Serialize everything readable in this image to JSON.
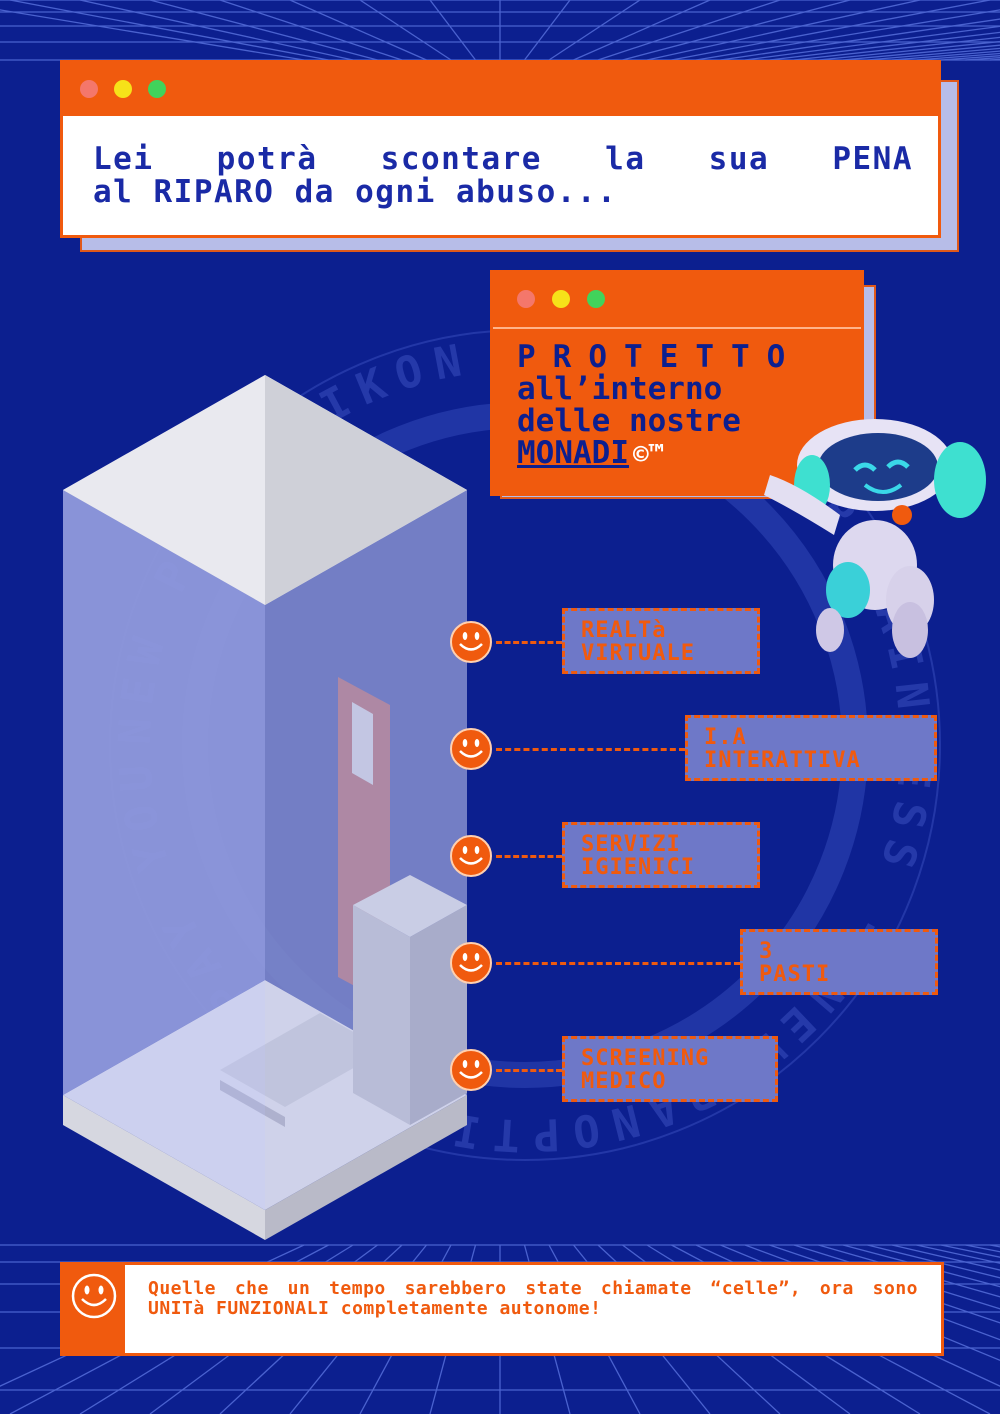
{
  "colors": {
    "background": "#0c1f8f",
    "accent": "#f05a0e",
    "panel": "#6e78c8",
    "headline": "#1a2aa6"
  },
  "headline": {
    "line1": "Lei potrà scontare la sua PENA",
    "line2": "al RIPARO da ogni abuso..."
  },
  "protetto": {
    "line1": "PROTETTO",
    "line2": "all’interno",
    "line3": "delle nostre",
    "line4": "MONADI",
    "mark": "©™"
  },
  "features": [
    {
      "label": "REALTà\nVIRTUALE",
      "icon": "smiley-icon"
    },
    {
      "label": "I.A\nINTERATTIVA",
      "icon": "smiley-icon"
    },
    {
      "label": "SERVIZI\nIGIENICI",
      "icon": "smiley-icon"
    },
    {
      "label": "3\nPASTI",
      "icon": "smiley-icon"
    },
    {
      "label": "SCREENING\nMEDICO",
      "icon": "smiley-icon"
    }
  ],
  "footer": {
    "text": "Quelle che un tempo sarebbero state chiamate “celle”, ora sono UNITà FUNZIONALI completamente autonome!",
    "icon": "smiley-icon"
  },
  "watermark": "NEW PANOPTIKON · PAY YOUR PAINLESS ·"
}
